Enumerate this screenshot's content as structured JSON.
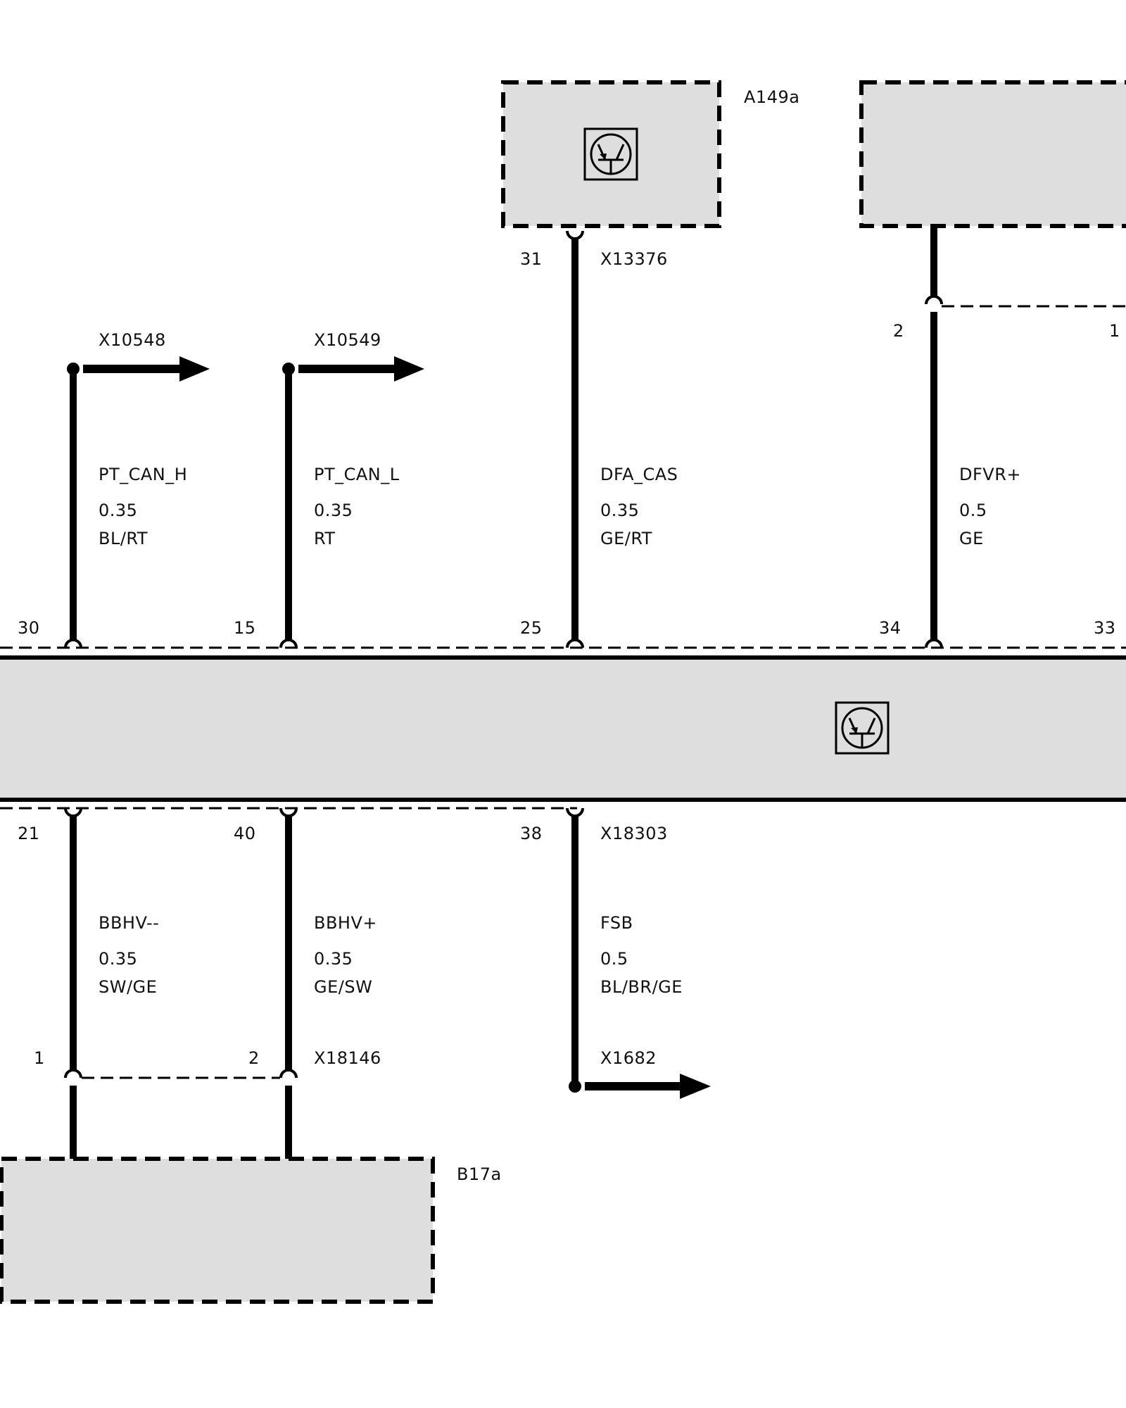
{
  "colors": {
    "module_fill": "#dedede",
    "wire": "#000000",
    "background": "#ffffff"
  },
  "components": {
    "top_module": {
      "name": "A149a",
      "icon": "transistor-icon"
    },
    "top_right_module": {
      "name": ""
    },
    "main_module": {
      "icon": "transistor-icon"
    },
    "bottom_module": {
      "name": "B17a"
    }
  },
  "connectors": {
    "top": "X13376",
    "main_bottom": "X18303",
    "b17a": "X18146",
    "arrow_1": "X10548",
    "arrow_2": "X10549",
    "arrow_3": "X1682"
  },
  "pins": {
    "top_31": "31",
    "right_2": "2",
    "right_1": "1",
    "main_30": "30",
    "main_15": "15",
    "main_25": "25",
    "main_34": "34",
    "main_33": "33",
    "main_21": "21",
    "main_40": "40",
    "main_38": "38",
    "b17a_1": "1",
    "b17a_2": "2"
  },
  "wires": {
    "pt_can_h": {
      "signal": "PT_CAN_H",
      "gauge": "0.35",
      "color": "BL/RT"
    },
    "pt_can_l": {
      "signal": "PT_CAN_L",
      "gauge": "0.35",
      "color": "RT"
    },
    "dfa_cas": {
      "signal": "DFA_CAS",
      "gauge": "0.35",
      "color": "GE/RT"
    },
    "dfvr": {
      "signal": "DFVR+",
      "gauge": "0.5",
      "color": "GE"
    },
    "bbhv_minus": {
      "signal": "BBHV--",
      "gauge": "0.35",
      "color": "SW/GE"
    },
    "bbhv_plus": {
      "signal": "BBHV+",
      "gauge": "0.35",
      "color": "GE/SW"
    },
    "fsb": {
      "signal": "FSB",
      "gauge": "0.5",
      "color": "BL/BR/GE"
    }
  }
}
